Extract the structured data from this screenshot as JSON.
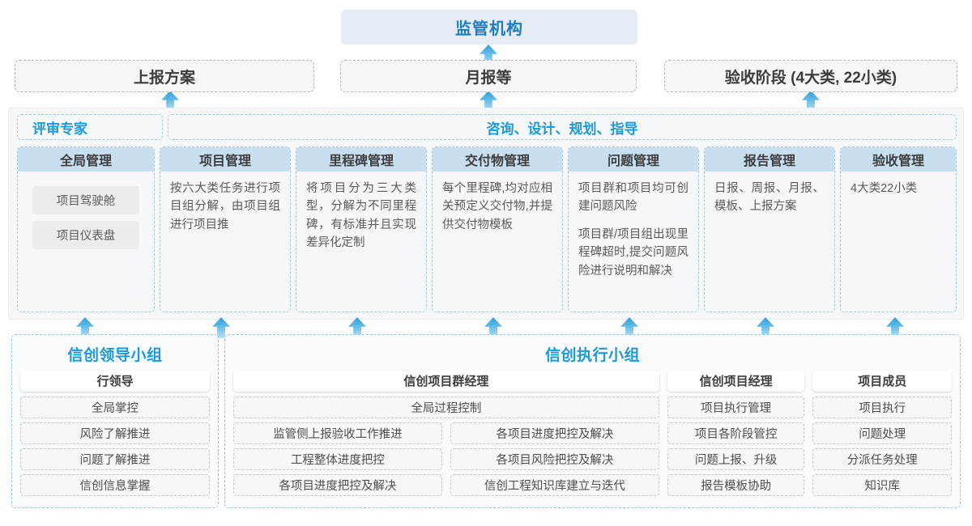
{
  "top": {
    "regulator": "监管机构",
    "reports": [
      {
        "label": "上报方案"
      },
      {
        "label": "月报等"
      },
      {
        "label": "验收阶段 (4大类, 22小类)"
      }
    ]
  },
  "middle": {
    "banners": [
      {
        "label": "评审专家"
      },
      {
        "label": "咨询、设计、规划、指导"
      }
    ],
    "cards": [
      {
        "title": "全局管理",
        "pills": [
          "项目驾驶舱",
          "项目仪表盘"
        ],
        "paragraphs": []
      },
      {
        "title": "项目管理",
        "pills": [],
        "paragraphs": [
          "按六大类任务进行项目组分解，由项目组进行项目推"
        ]
      },
      {
        "title": "里程碑管理",
        "pills": [],
        "paragraphs": [
          "将项目分为三大类型，分解为不同里程碑，有标准并且实现差异化定制"
        ]
      },
      {
        "title": "交付物管理",
        "pills": [],
        "paragraphs": [
          "每个里程碑,均对应相关预定义交付物,并提供交付物模板"
        ]
      },
      {
        "title": "问题管理",
        "pills": [],
        "paragraphs": [
          "项目群和项目均可创建问题风险",
          "项目群/项目组出现里程碑超时,提交问题风险进行说明和解决"
        ]
      },
      {
        "title": "报告管理",
        "pills": [],
        "paragraphs": [
          "日报、周报、月报、模板、上报方案"
        ]
      },
      {
        "title": "验收管理",
        "pills": [],
        "paragraphs": [
          "4大类22小类"
        ]
      }
    ]
  },
  "bottom": {
    "left_group": {
      "title": "信创领导小组",
      "head": "行领导",
      "items": [
        "全局掌控",
        "风险了解推进",
        "问题了解推进",
        "信创信息掌握"
      ]
    },
    "right_group": {
      "title": "信创执行小组",
      "program_manager": {
        "head": "信创项目群经理",
        "full_width_item": "全局过程控制",
        "left_items": [
          "监管侧上报验收工作推进",
          "工程整体进度把控",
          "各项目进度把控及解决"
        ],
        "right_items": [
          "各项目进度把控及解决",
          "各项目风险把控及解决",
          "信创工程知识库建立与迭代"
        ]
      },
      "project_manager": {
        "head": "信创项目经理",
        "items": [
          "项目执行管理",
          "项目各阶段管控",
          "问题上报、升级",
          "报告模板协助"
        ]
      },
      "member": {
        "head": "项目成员",
        "items": [
          "项目执行",
          "问题处理",
          "分派任务处理",
          "知识库"
        ]
      }
    }
  },
  "colors": {
    "accent_blue": "#1a9ad8",
    "regulator_bg": "#e6ecf6",
    "card_header_bg": "#c7dfee",
    "arrow_blue": "#2f9fdc"
  }
}
